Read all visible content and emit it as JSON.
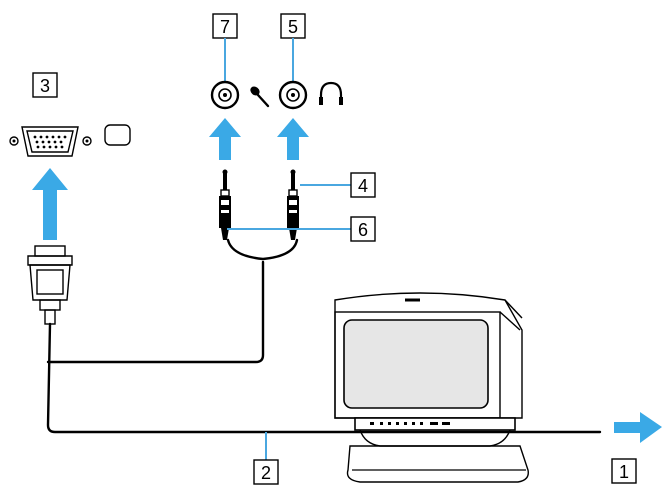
{
  "callouts": {
    "c1": "1",
    "c2": "2",
    "c3": "3",
    "c4": "4",
    "c5": "5",
    "c6": "6",
    "c7": "7"
  },
  "colors": {
    "arrow": "#3aa9e6",
    "leader": "#4aa7e0",
    "line": "#000000",
    "screen": "#e6e6e6"
  },
  "icons": {
    "monitor_port": "monitor-icon",
    "microphone": "microphone-icon",
    "headphones": "headphones-icon"
  }
}
